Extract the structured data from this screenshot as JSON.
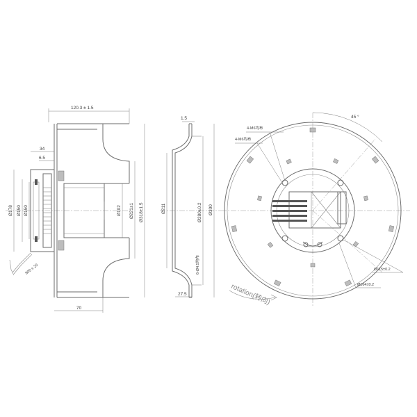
{
  "side_view": {
    "dim_width": "120.3 ± 1.5",
    "dim_34": "34",
    "dim_65": "6.5",
    "dim_178": "Ø178",
    "dim_150a": "Ø150",
    "dim_150b": "Ø150",
    "dim_102": "Ø102",
    "dim_221": "Ø221±1",
    "dim_318": "Ø318±1.5",
    "dim_70": "70",
    "cable_label": "800 ± 20"
  },
  "section_view": {
    "dim_15": "1.5",
    "dim_211": "Ø211",
    "dim_280": "Ø280±0.2",
    "dim_300": "Ø300",
    "dim_holes": "6-Ø4.5均布",
    "dim_275": "27.5"
  },
  "front_view": {
    "label_m6_a": "4-M6均布",
    "label_m6_b": "4-M6均布",
    "angle": "45 °",
    "dim_115": "Ø115±0.2",
    "dim_164": "Ø164±0.2",
    "rotation": "rotation(转向)"
  }
}
